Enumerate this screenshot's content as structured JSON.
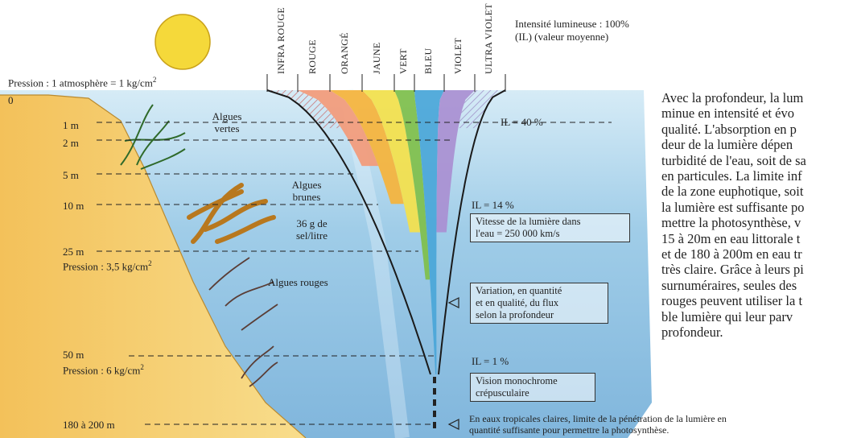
{
  "header": {
    "intensity_line1": "Intensité lumineuse : 100%",
    "intensity_line2": "(IL) (valeur moyenne)",
    "pressure_surface": "Pression : 1 atmosphère = 1 kg/cm",
    "pressure_surface_sup": "2"
  },
  "spectrum": [
    "INFRA ROUGE",
    "ROUGE",
    "ORANGÉ",
    "JAUNE",
    "VERT",
    "BLEU",
    "VIOLET",
    "ULTRA VIOLET"
  ],
  "spectrum_colors": [
    "#f2b8b0",
    "#f39a78",
    "#f6b33a",
    "#f4e14a",
    "#7fbf4a",
    "#4aa6d8",
    "#a98fd1",
    "#d9cde6"
  ],
  "depths": {
    "zero": "0",
    "d1": "1 m",
    "d2": "2 m",
    "d5": "5 m",
    "d10": "10 m",
    "d25": "25 m",
    "p25": "Pression : 3,5 kg/cm",
    "p25_sup": "2",
    "d50": "50 m",
    "p50": "Pression : 6 kg/cm",
    "p50_sup": "2",
    "d180": "180 à 200 m"
  },
  "algae": {
    "green_1": "Algues",
    "green_2": "vertes",
    "brown_1": "Algues",
    "brown_2": "brunes",
    "salt_1": "36 g de",
    "salt_2": "sel/litre",
    "red": "Algues rouges"
  },
  "intensity_levels": {
    "il40": "IL = 40 %",
    "il14": "IL = 14 %",
    "il1": "IL = 1 %"
  },
  "boxes": {
    "speed_1": "Vitesse de la lumière dans",
    "speed_2": "l'eau = 250 000 km/s",
    "variation_1": "Variation, en quantité",
    "variation_2": "et en qualité, du flux",
    "variation_3": "selon la profondeur",
    "vision_1": "Vision monochrome",
    "vision_2": "crépusculaire"
  },
  "footer": {
    "line1": "En eaux tropicales claires, limite de la pénétration de la lumière en",
    "line2": "quantité suffisante pour permettre la photosynthèse."
  },
  "side_text": [
    "Avec la profondeur, la lum",
    "minue en intensité et évo",
    "qualité. L'absorption en p",
    "deur de la lumière dépen",
    "turbidité de l'eau, soit de sa",
    "en particules. La limite inf",
    "de la zone euphotique, soit",
    "la lumière est suffisante po",
    "mettre la photosynthèse, v",
    "15 à 20m en eau littorale t",
    "et de 180 à 200m en eau tr",
    "très claire. Grâce à leurs pi",
    "surnuméraires, seules des",
    "rouges peuvent utiliser la t",
    "ble lumière qui leur parv",
    "profondeur."
  ]
}
